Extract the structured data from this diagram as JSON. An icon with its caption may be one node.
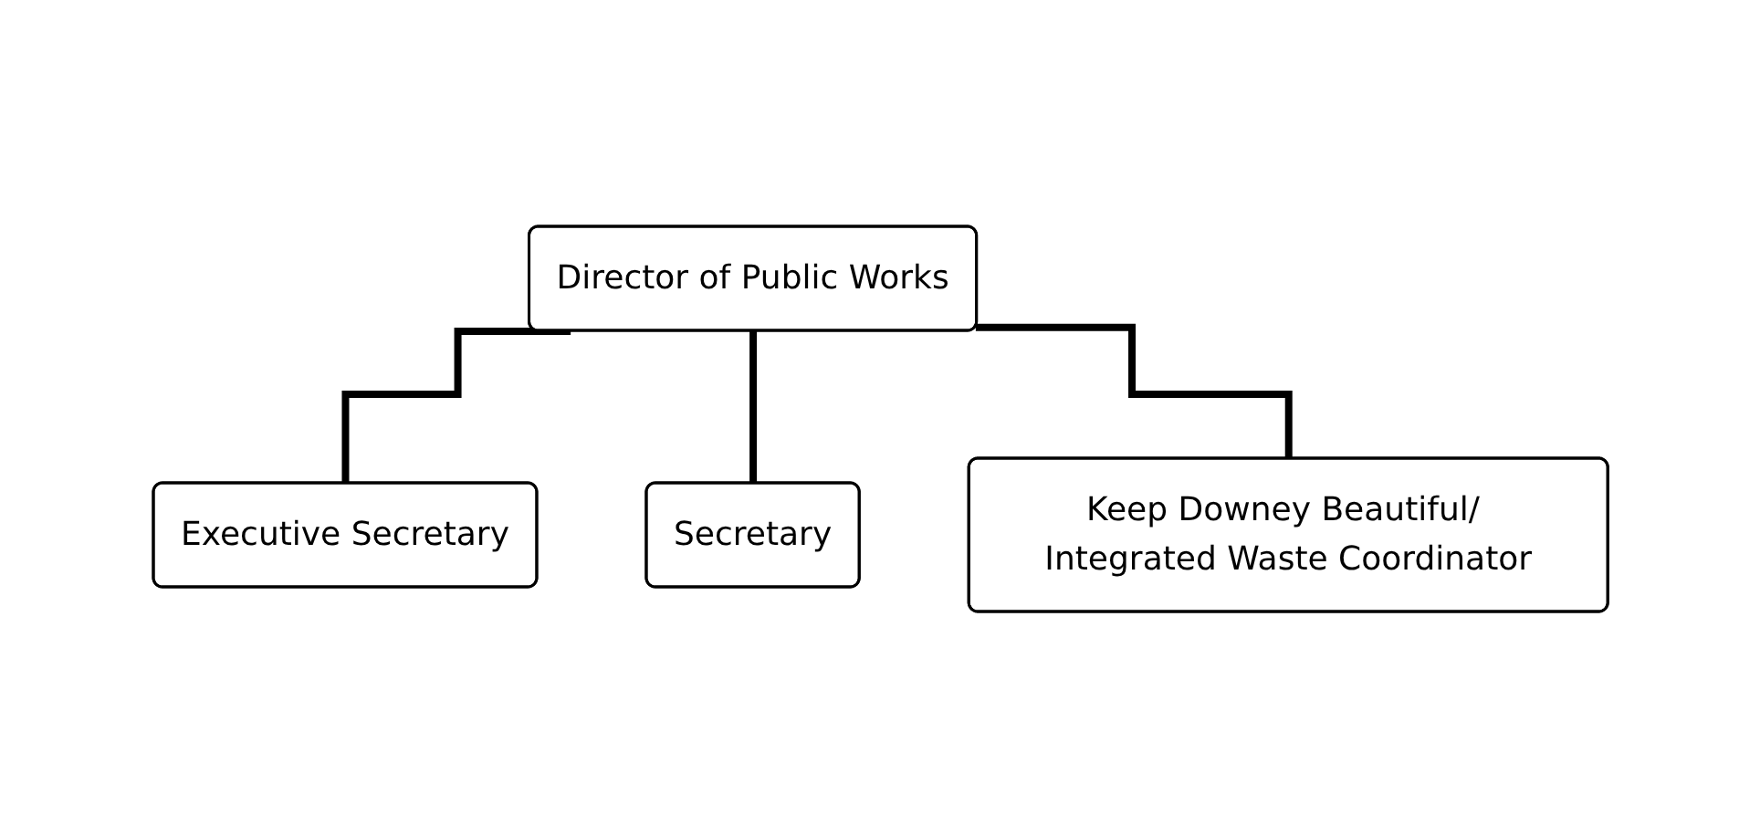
{
  "diagram": {
    "nodes": [
      {
        "text": [
          "Director of Public Works"
        ]
      },
      {
        "text": [
          "Executive Secretary"
        ]
      },
      {
        "text": [
          "Secretary"
        ]
      },
      {
        "text": [
          "Keep Downey Beautiful/ Integrated Waste Coordinator"
        ]
      }
    ],
    "edges": [
      {
        "from": 0,
        "to": 1,
        "arrow": "none"
      },
      {
        "from": 0,
        "to": 2,
        "arrow": "none"
      },
      {
        "from": 0,
        "to": 3,
        "arrow": "none"
      }
    ]
  }
}
